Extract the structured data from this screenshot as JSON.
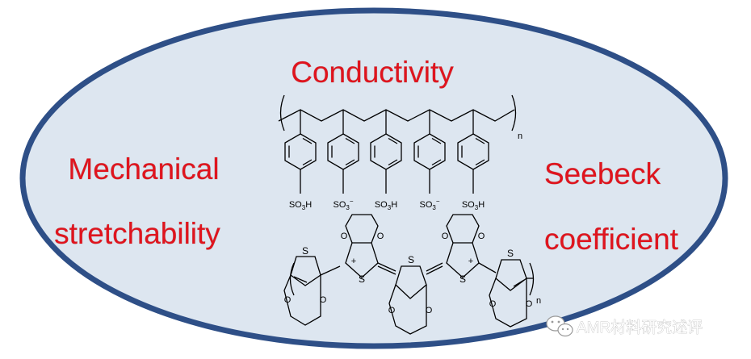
{
  "labels": {
    "conductivity": "Conductivity",
    "mechanical_line1": "Mechanical",
    "mechanical_line2": "stretchability",
    "seebeck_line1": "Seebeck",
    "seebeck_line2": "coefficient"
  },
  "pss": {
    "sulfonate_groups": [
      "SO3H",
      "SO3-",
      "SO3H",
      "SO3-",
      "SO3H"
    ],
    "repeat_index": "n"
  },
  "pedot": {
    "sulfur_label": "S",
    "oxygen_label": "O",
    "charge": "+",
    "repeat_index": "n"
  },
  "watermark": {
    "icon": "wechat-icon",
    "text": "AMR材料研究述评"
  },
  "colors": {
    "ellipse_fill": "#dde6f0",
    "ellipse_stroke": "#2e4f87",
    "label": "#e0141e"
  }
}
